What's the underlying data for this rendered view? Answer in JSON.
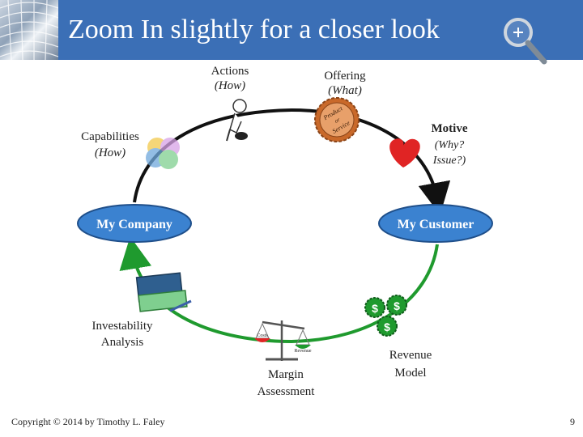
{
  "slide": {
    "title": "Zoom In slightly for a closer look",
    "footer_copyright": "Copyright © 2014 by Timothy L. Faley",
    "page_number": "9"
  },
  "diagram": {
    "nodes": {
      "my_company": "My Company",
      "my_customer": "My Customer"
    },
    "labels": {
      "actions": "Actions",
      "actions_sub": "(How)",
      "offering": "Offering",
      "offering_sub": "(What)",
      "motive": "Motive",
      "motive_sub1": "(Why?",
      "motive_sub2": "Issue?)",
      "capabilities": "Capabilities",
      "capabilities_sub": "(How)",
      "investability1": "Investability",
      "investability2": "Analysis",
      "margin1": "Margin",
      "margin2": "Assessment",
      "revenue1": "Revenue",
      "revenue2": "Model"
    },
    "badge": {
      "line1": "Product",
      "line2": "or",
      "line3": "Service"
    },
    "scale": {
      "left": "Costs",
      "right": "Revenue"
    },
    "colors": {
      "ellipse_fill": "#3b82d0",
      "ellipse_stroke": "#1f4f8a",
      "top_arc": "#111111",
      "bottom_arc": "#1f9a2e",
      "heart": "#e02424",
      "badge": "#c9692a",
      "money": "#1f9a2e"
    }
  }
}
